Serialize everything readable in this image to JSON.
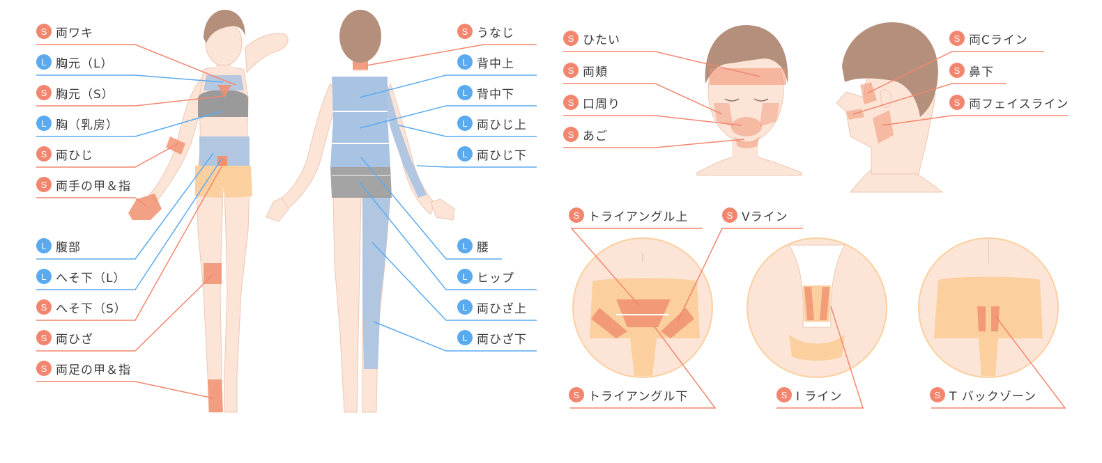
{
  "colors": {
    "S": "#f2856e",
    "L": "#5aaaf0",
    "skin": "#fce5d7",
    "skin_outline": "#ecc7b3",
    "hair": "#b4907c",
    "grey_garment": "#9a9a9a",
    "blue_zone": "#a9c3e2",
    "orange_garment": "#fbcf9e",
    "red_zone": "#f09070"
  },
  "labels": {
    "fb_waki": {
      "badge": "S",
      "text": "両ワキ"
    },
    "fb_munamoto_l": {
      "badge": "L",
      "text": "胸元（L）"
    },
    "fb_munamoto_s": {
      "badge": "S",
      "text": "胸元（S）"
    },
    "fb_mune": {
      "badge": "L",
      "text": "胸（乳房）"
    },
    "fb_hiji": {
      "badge": "S",
      "text": "両ひじ"
    },
    "fb_te": {
      "badge": "S",
      "text": "両手の甲＆指"
    },
    "fb_fukubu": {
      "badge": "L",
      "text": "腹部"
    },
    "fb_heso_l": {
      "badge": "L",
      "text": "へそ下（L）"
    },
    "fb_heso_s": {
      "badge": "S",
      "text": "へそ下（S）"
    },
    "fb_hiza": {
      "badge": "S",
      "text": "両ひざ"
    },
    "fb_ashi": {
      "badge": "S",
      "text": "両足の甲＆指"
    },
    "bb_unaji": {
      "badge": "S",
      "text": "うなじ"
    },
    "bb_senaka_ue": {
      "badge": "L",
      "text": "背中上"
    },
    "bb_senaka_shita": {
      "badge": "L",
      "text": "背中下"
    },
    "bb_hijiue": {
      "badge": "L",
      "text": "両ひじ上"
    },
    "bb_hijishita": {
      "badge": "L",
      "text": "両ひじ下"
    },
    "bb_koshi": {
      "badge": "L",
      "text": "腰"
    },
    "bb_hip": {
      "badge": "L",
      "text": "ヒップ"
    },
    "bb_hizaue": {
      "badge": "L",
      "text": "両ひざ上"
    },
    "bb_hizashita": {
      "badge": "L",
      "text": "両ひざ下"
    },
    "f_hitai": {
      "badge": "S",
      "text": "ひたい"
    },
    "f_hoho": {
      "badge": "S",
      "text": "両頬"
    },
    "f_kuchi": {
      "badge": "S",
      "text": "口周り"
    },
    "f_ago": {
      "badge": "S",
      "text": "あご"
    },
    "f_cline": {
      "badge": "S",
      "text": "両Cライン"
    },
    "f_hanashita": {
      "badge": "S",
      "text": "鼻下"
    },
    "f_faceline": {
      "badge": "S",
      "text": "両フェイスライン"
    },
    "v_tri_top": {
      "badge": "S",
      "text": "トライアングル上"
    },
    "v_vline": {
      "badge": "S",
      "text": "Vライン"
    },
    "v_tri_bottom": {
      "badge": "S",
      "text": "トライアングル下"
    },
    "v_iline": {
      "badge": "S",
      "text": "I ライン"
    },
    "v_tback": {
      "badge": "S",
      "text": "T バックゾーン"
    }
  }
}
